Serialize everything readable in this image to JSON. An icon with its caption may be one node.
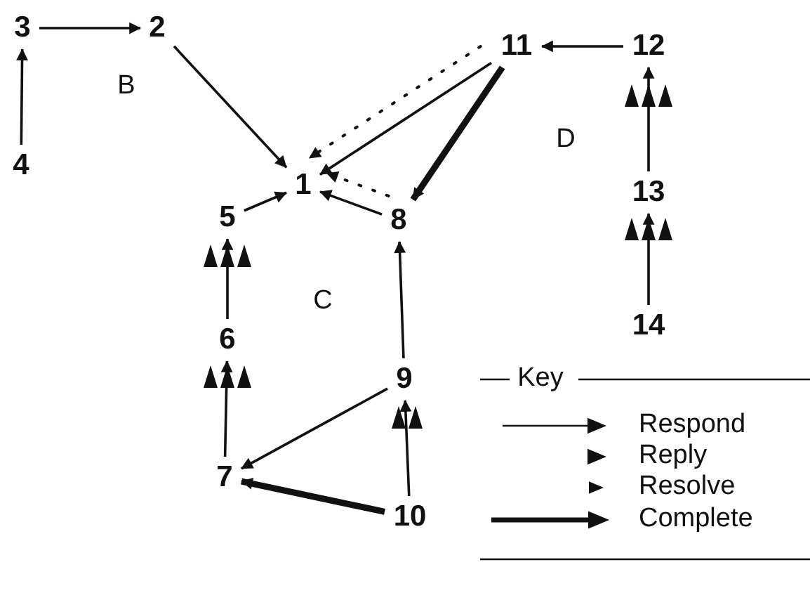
{
  "diagram": {
    "nodes": [
      {
        "text": [
          "1"
        ]
      },
      {
        "text": [
          "2"
        ]
      },
      {
        "text": [
          "3"
        ]
      },
      {
        "text": [
          "4"
        ]
      },
      {
        "text": [
          "5"
        ]
      },
      {
        "text": [
          "6"
        ]
      },
      {
        "text": [
          "7"
        ]
      },
      {
        "text": [
          "8"
        ]
      },
      {
        "text": [
          "9"
        ]
      },
      {
        "text": [
          "10"
        ]
      },
      {
        "text": [
          "11"
        ]
      },
      {
        "text": [
          "12"
        ]
      },
      {
        "text": [
          "13"
        ]
      },
      {
        "text": [
          "14"
        ]
      }
    ],
    "edges": [
      {
        "from": 1,
        "to": 0,
        "arrow": "to"
      },
      {
        "from": 10,
        "to": 0,
        "arrow": "to"
      },
      {
        "from": 4,
        "to": 0,
        "arrow": "to"
      },
      {
        "from": 7,
        "to": 0,
        "arrow": "to"
      },
      {
        "from": 10,
        "to": 0,
        "arrow": "to",
        "style": "dashed"
      },
      {
        "from": 7,
        "to": 0,
        "arrow": "to",
        "style": "dashed"
      },
      {
        "from": 10,
        "to": 7,
        "arrow": "to",
        "style": "thick"
      },
      {
        "from": 11,
        "to": 10,
        "arrow": "to"
      },
      {
        "from": 3,
        "to": 2,
        "arrow": "to"
      },
      {
        "from": 2,
        "to": 1,
        "arrow": "to"
      },
      {
        "from": 5,
        "to": 4,
        "arrow": "to"
      },
      {
        "from": 6,
        "to": 5,
        "arrow": "to"
      },
      {
        "from": 8,
        "to": 7,
        "arrow": "to"
      },
      {
        "from": 9,
        "to": 8,
        "arrow": "to"
      },
      {
        "from": 8,
        "to": 6,
        "arrow": "to"
      },
      {
        "from": 9,
        "to": 6,
        "arrow": "to",
        "style": "thick"
      },
      {
        "from": 13,
        "to": 12,
        "arrow": "to"
      },
      {
        "from": 12,
        "to": 11,
        "arrow": "to"
      }
    ],
    "labels": [
      "B",
      "C",
      "D",
      "Key"
    ],
    "legend": [
      {
        "text": "Respond"
      },
      {
        "text": "Reply"
      },
      {
        "text": "Resolve"
      },
      {
        "text": "Complete"
      }
    ]
  }
}
